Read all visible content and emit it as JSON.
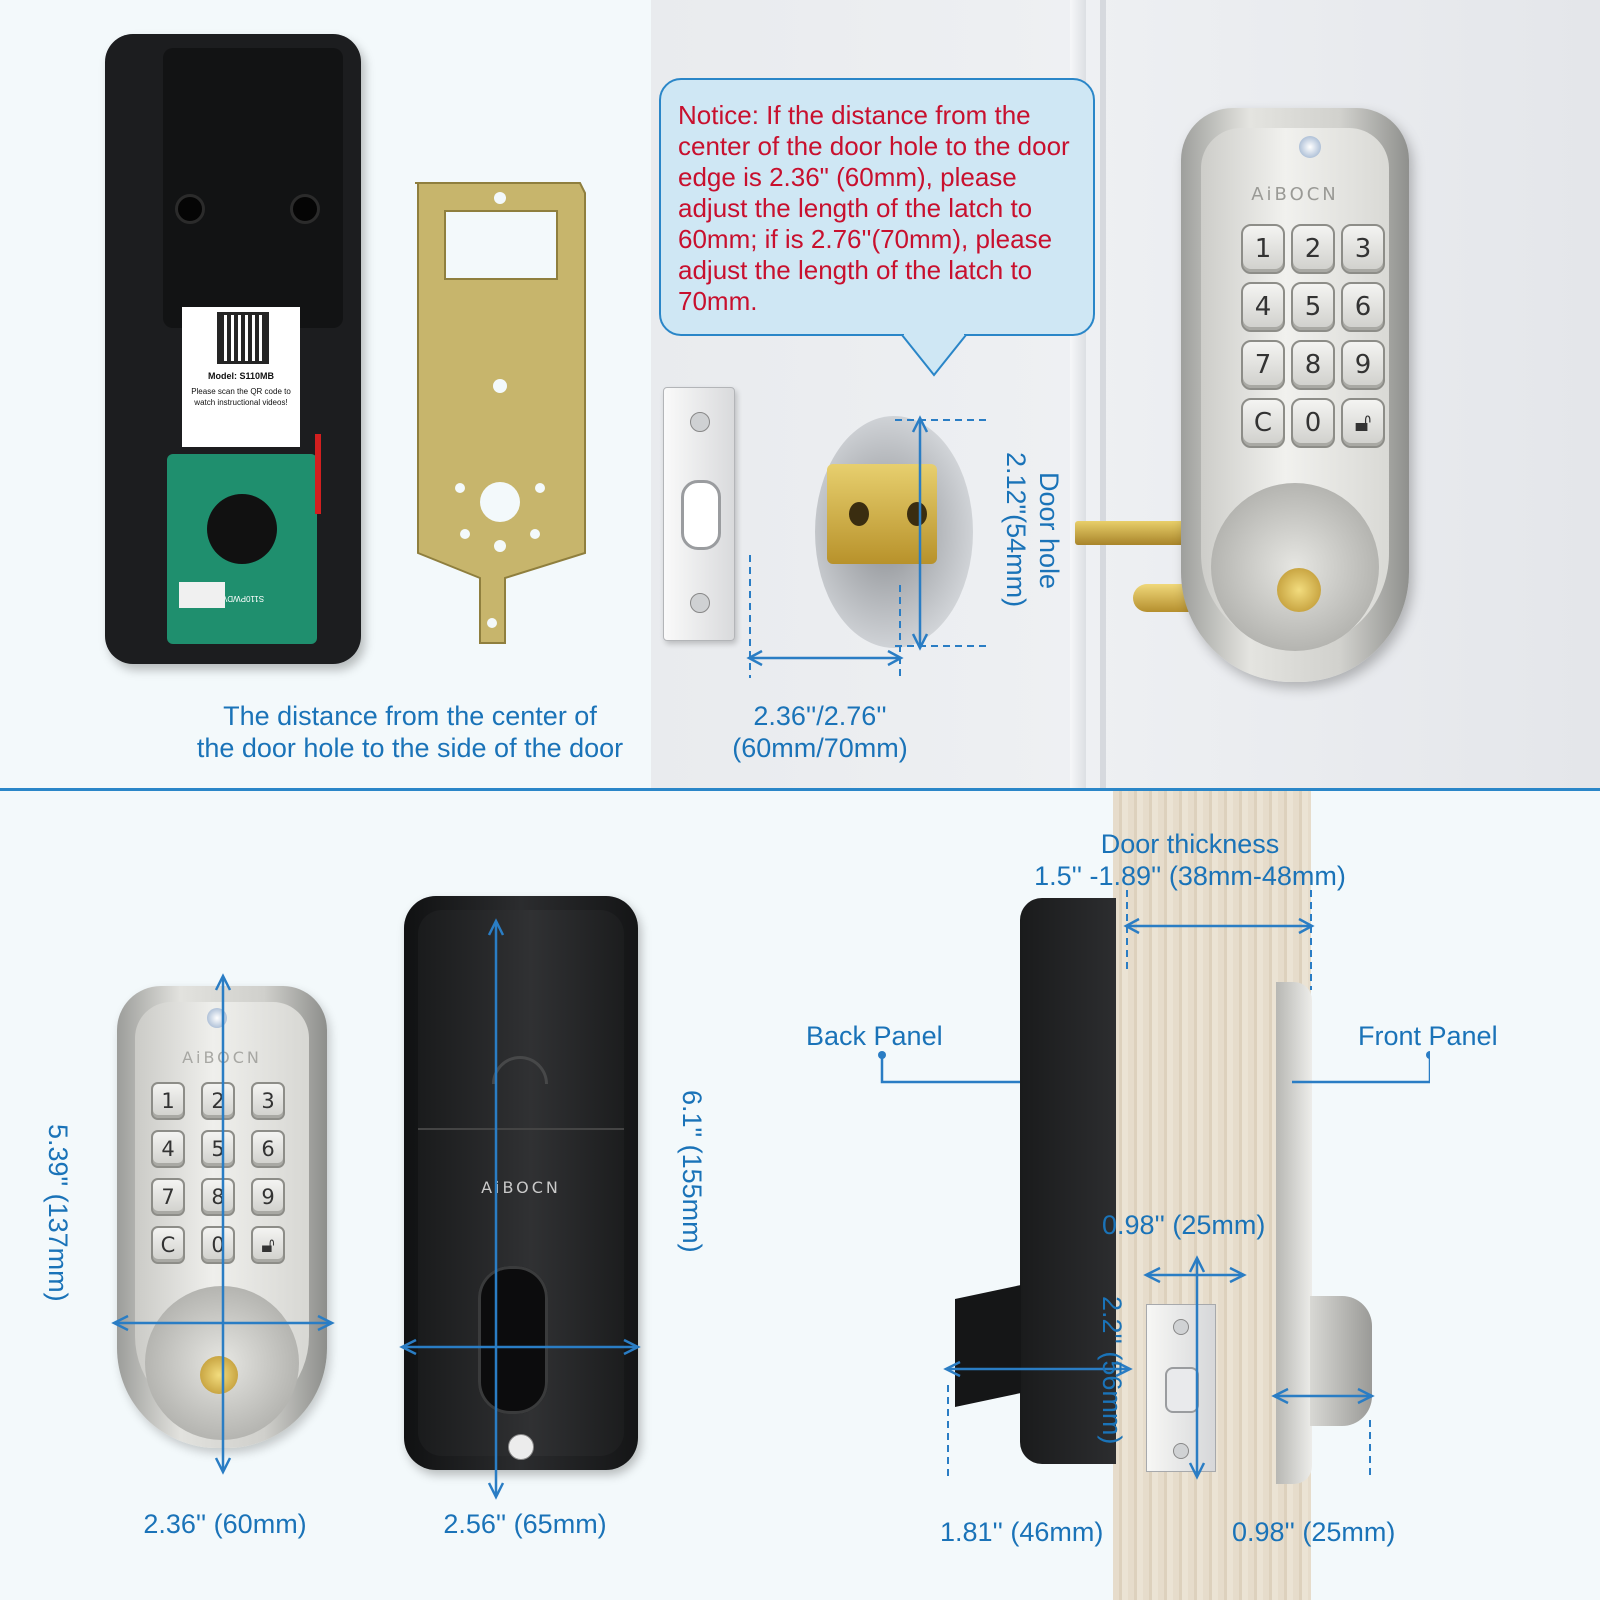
{
  "brand": "AiBOCN",
  "keypad": [
    "1",
    "2",
    "3",
    "4",
    "5",
    "6",
    "7",
    "8",
    "9",
    "C",
    "0",
    "lock"
  ],
  "back_label": {
    "model": "Model: S110MB",
    "line1": "Please scan the QR code to",
    "line2": "watch instructional videos!"
  },
  "pcb_text": "S110PWDV",
  "notice": "Notice: If the distance from the center of the door hole to the door edge is 2.36\" (60mm), please adjust the length of the latch to 60mm; if is 2.76''(70mm), please adjust the length of the latch to 70mm.",
  "backset_caption": {
    "line1": "The distance from the center of",
    "line2": "the door hole to the side of the door"
  },
  "backset_value": {
    "line1": "2.36''/2.76''",
    "line2": "(60mm/70mm)"
  },
  "door_hole": {
    "line1": "Door hole",
    "line2": "2.12\"(54mm)"
  },
  "front_height": "5.39\" (137mm)",
  "front_width": "2.36'' (60mm)",
  "back_height": "6.1\" (155mm)",
  "back_width": "2.56'' (65mm)",
  "door_thickness": {
    "line1": "Door thickness",
    "line2": "1.5'' -1.89'' (38mm-48mm)"
  },
  "back_panel": "Back Panel",
  "front_panel": "Front Panel",
  "latch_width": "0.98'' (25mm)",
  "latch_height": "2.2'' (56mm)",
  "back_depth": "1.81'' (46mm)",
  "front_depth": "0.98'' (25mm)",
  "colors": {
    "accent": "#1a73b8",
    "notice_text": "#c8102e",
    "brass": "#c8a93f",
    "satin_nickel": "#c4c4c0",
    "black_panel": "#1e1f21"
  }
}
